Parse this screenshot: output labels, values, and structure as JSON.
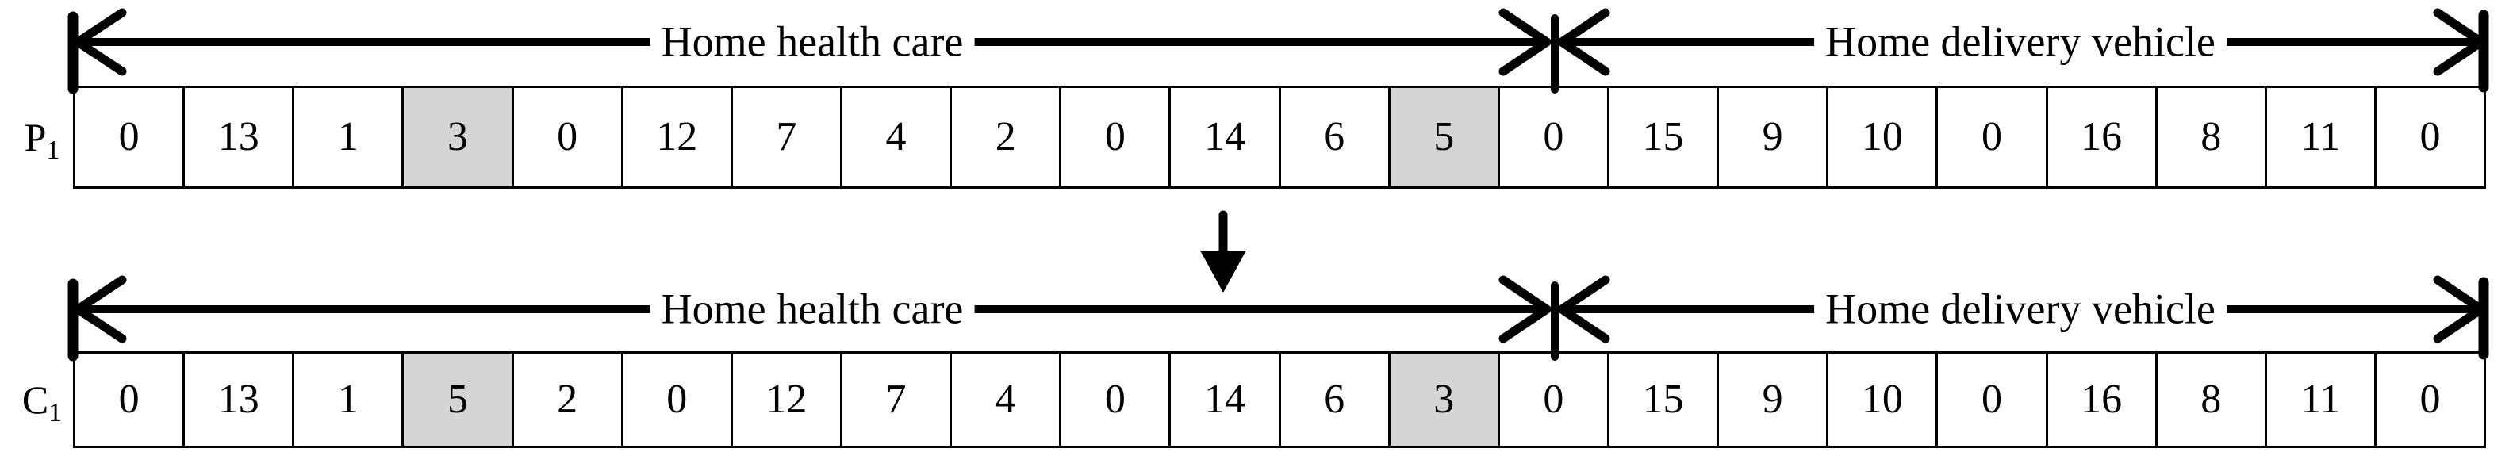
{
  "figure": {
    "type": "chromosome-crossover-diagram"
  },
  "colors": {
    "line": "#000000",
    "background": "#ffffff",
    "cell_background": "#ffffff",
    "shaded_cell": "#d5d5d5"
  },
  "rows": [
    {
      "label_base": "P",
      "label_sub": "1",
      "sections": [
        {
          "label": "Home health care"
        },
        {
          "label": "Home delivery vehicle"
        }
      ],
      "values": [
        "0",
        "13",
        "1",
        "3",
        "0",
        "12",
        "7",
        "4",
        "2",
        "0",
        "14",
        "6",
        "5",
        "0",
        "15",
        "9",
        "10",
        "0",
        "16",
        "8",
        "11",
        "0"
      ],
      "shaded_indices": [
        3,
        12
      ]
    },
    {
      "label_base": "C",
      "label_sub": "1",
      "sections": [
        {
          "label": "Home health care"
        },
        {
          "label": "Home delivery vehicle"
        }
      ],
      "values": [
        "0",
        "13",
        "1",
        "5",
        "2",
        "0",
        "12",
        "7",
        "4",
        "0",
        "14",
        "6",
        "3",
        "0",
        "15",
        "9",
        "10",
        "0",
        "16",
        "8",
        "11",
        "0"
      ],
      "shaded_indices": [
        3,
        12
      ]
    }
  ]
}
